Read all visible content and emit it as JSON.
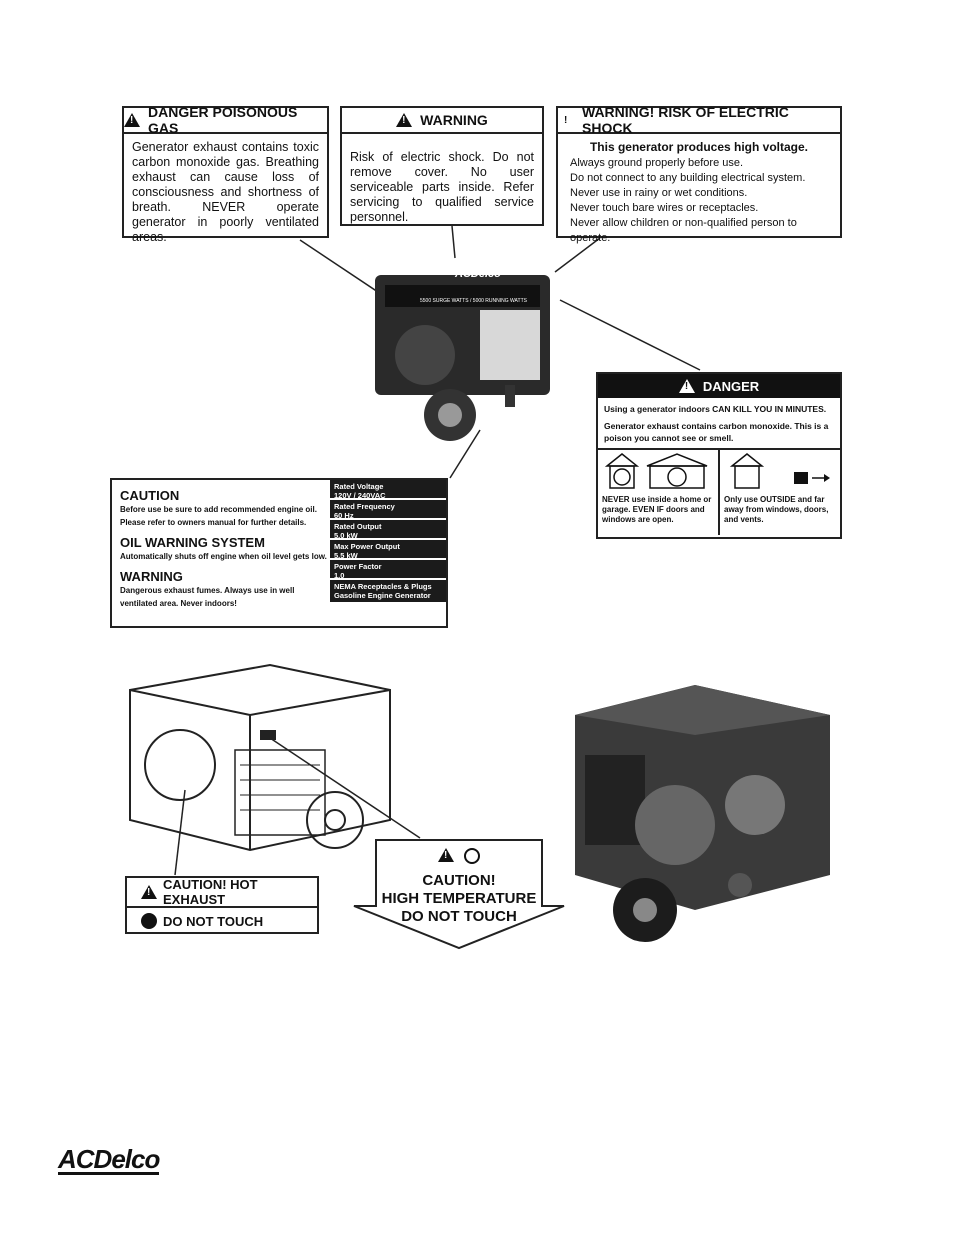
{
  "labels": {
    "danger_gas": {
      "title": "DANGER  POISONOUS GAS",
      "text": "Generator exhaust contains toxic carbon monoxide gas. Breathing exhaust can cause loss of consciousness and shortness of breath. NEVER operate generator in poorly ventilated areas."
    },
    "warning": {
      "title": "WARNING",
      "text": "Risk of electric shock. Do not remove cover. No user serviceable parts inside. Refer servicing to qualified service personnel."
    },
    "shock": {
      "title": "WARNING! RISK OF ELECTRIC SHOCK",
      "subtitle": "This generator produces high voltage.",
      "lines": [
        "Always ground properly before use.",
        "Do not connect to any building electrical system.",
        "Never use in rainy or wet conditions.",
        "Never touch bare wires or receptacles.",
        "Never allow children or non-qualified person to operate."
      ]
    },
    "danger_indoor": {
      "title": "DANGER",
      "line1": "Using a generator indoors CAN KILL YOU IN MINUTES.",
      "line2": "Generator exhaust contains carbon monoxide. This is a poison you cannot see or smell.",
      "left_caption": "NEVER use inside a home or garage. EVEN IF doors and windows are open.",
      "right_caption": "Only use OUTSIDE and far away from windows, doors, and vents."
    },
    "caution_panel": {
      "caution_title": "CAUTION",
      "caution_text": "Before use be sure to add recommended engine oil. Please refer to owners manual for further details.",
      "oil_title": "OIL WARNING SYSTEM",
      "oil_text": "Automatically shuts off engine when oil level gets low.",
      "warning_title": "WARNING",
      "warning_text": "Dangerous exhaust fumes. Always use in well ventilated area. Never indoors!",
      "specs": [
        {
          "label": "Rated Voltage",
          "value": "120V / 240VAC"
        },
        {
          "label": "Rated Frequency",
          "value": "60 Hz"
        },
        {
          "label": "Rated Output",
          "value": "5.0 kW"
        },
        {
          "label": "Max Power Output",
          "value": "5.5 kW"
        },
        {
          "label": "Power Factor",
          "value": "1.0"
        },
        {
          "label": "NEMA Receptacles & Plugs",
          "value": "Gasoline Engine Generator"
        }
      ]
    },
    "hot_exhaust": {
      "line1": "CAUTION! HOT EXHAUST",
      "line2": "DO NOT TOUCH"
    },
    "high_temp": {
      "line1": "CAUTION!",
      "line2": "HIGH TEMPERATURE",
      "line3": "DO NOT TOUCH"
    }
  },
  "generator_photo": {
    "brand": "ACDelco",
    "rating": "5500 SURGE WATTS / 5000 RUNNING WATTS"
  },
  "footer": {
    "logo": "ACDelco"
  }
}
